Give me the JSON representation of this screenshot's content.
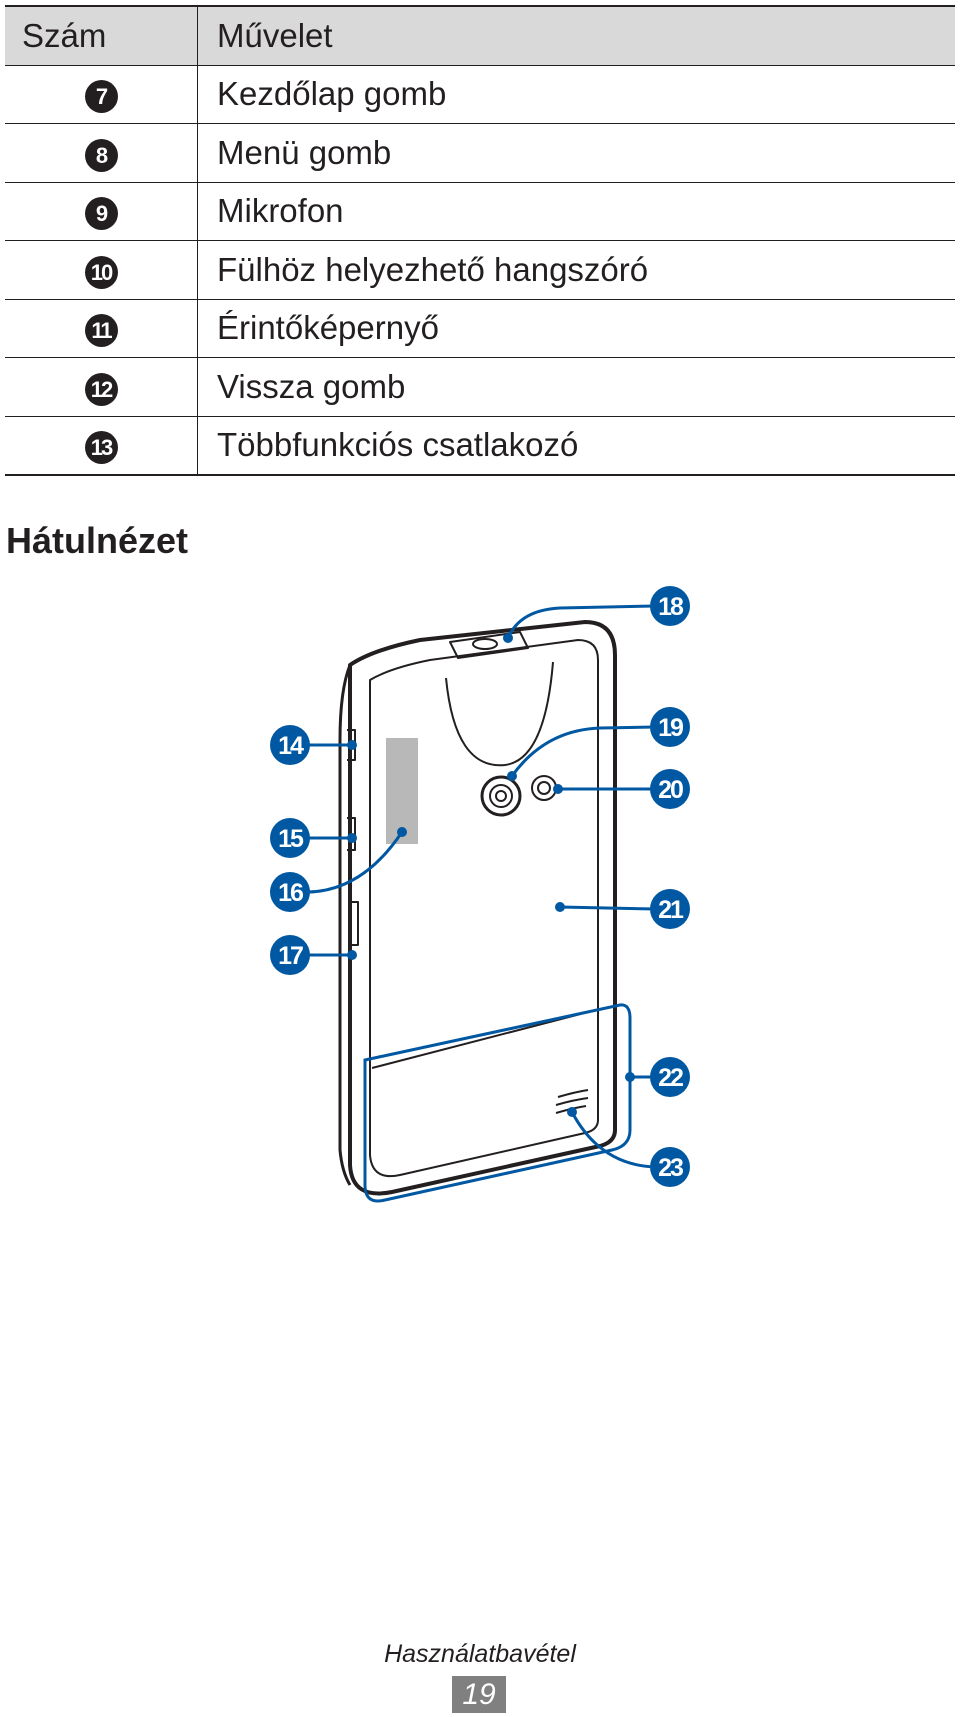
{
  "table": {
    "headers": {
      "number": "Szám",
      "function": "Művelet"
    },
    "rows": [
      {
        "number": "7",
        "label": "Kezdőlap gomb"
      },
      {
        "number": "8",
        "label": "Menü gomb"
      },
      {
        "number": "9",
        "label": "Mikrofon"
      },
      {
        "number": "10",
        "label": "Fülhöz helyezhető hangszóró"
      },
      {
        "number": "11",
        "label": "Érintőképernyő"
      },
      {
        "number": "12",
        "label": "Vissza gomb"
      },
      {
        "number": "13",
        "label": "Többfunkciós csatlakozó"
      }
    ]
  },
  "section_title": "Hátulnézet",
  "callouts": [
    "14",
    "15",
    "16",
    "17",
    "18",
    "19",
    "20",
    "21",
    "22",
    "23"
  ],
  "colors": {
    "callout": "#0058a3",
    "text": "#231f20",
    "header_bg": "#d9d9d9",
    "page_badge": "#808080"
  },
  "footer": {
    "title": "Használatbavétel",
    "page": "19"
  }
}
